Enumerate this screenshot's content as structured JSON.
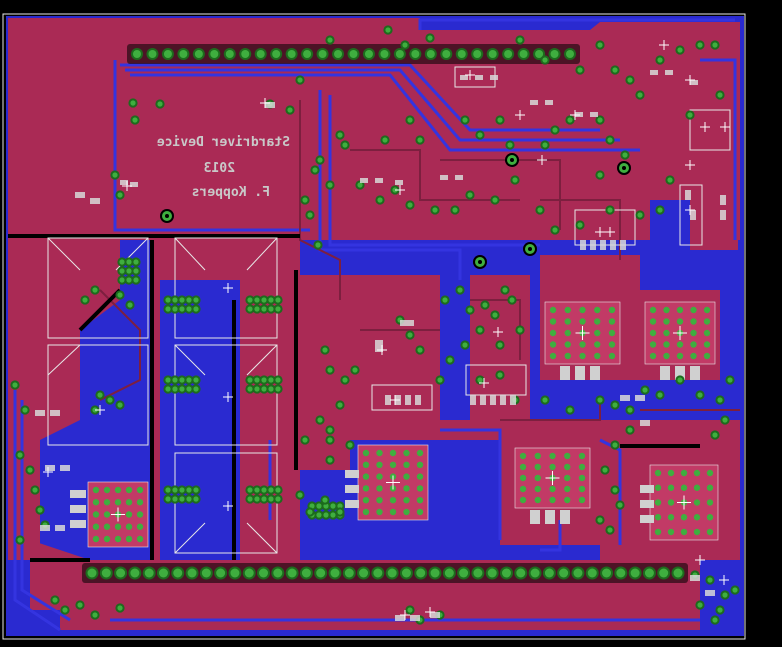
{
  "title": "PCB layout view",
  "silkscreen": {
    "line1": "Stardriver Device",
    "line2": "2013",
    "line3": "F. Koppers"
  },
  "colors": {
    "background": "#000000",
    "outline": "#ffffff",
    "top_copper": "#aa2a55",
    "bottom_copper": "#2a2ad0",
    "pad": "#3fae3f",
    "pad_ring": "#1d6b1d",
    "silkscreen": "#c9c9c9",
    "trace_top": "#c23a66",
    "trace_bottom": "#3434e0"
  },
  "header_top": {
    "pin_count": 29
  },
  "header_bottom": {
    "pin_count": 42
  }
}
